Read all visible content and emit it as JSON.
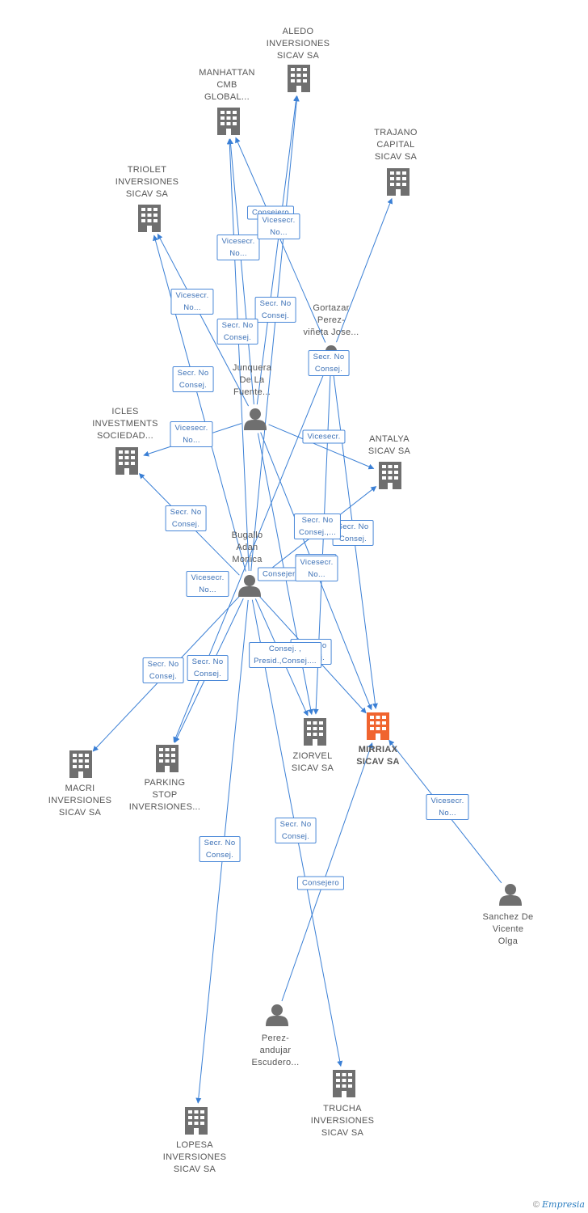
{
  "nodes": {
    "aledo": {
      "label": "ALEDO\nINVERSIONES\nSICAV SA",
      "kind": "company"
    },
    "manhattan": {
      "label": "MANHATTAN\nCMB\nGLOBAL...",
      "kind": "company"
    },
    "trajano": {
      "label": "TRAJANO\nCAPITAL\nSICAV SA",
      "kind": "company"
    },
    "triolet": {
      "label": "TRIOLET\nINVERSIONES\nSICAV SA",
      "kind": "company"
    },
    "gortazar": {
      "label": "Gortazar\nPerez-\nviñeta Jose...",
      "kind": "person"
    },
    "junquera": {
      "label": "Junquera\nDe La\nFuente...",
      "kind": "person"
    },
    "icles": {
      "label": "ICLES\nINVESTMENTS\nSOCIEDAD...",
      "kind": "company"
    },
    "antalya": {
      "label": "ANTALYA\nSICAV SA",
      "kind": "company"
    },
    "bugallo": {
      "label": "Bugallo\nAdan\nMonica",
      "kind": "person"
    },
    "ziorvel": {
      "label": "ZIORVEL\nSICAV SA",
      "kind": "company"
    },
    "mirriax": {
      "label": "MIRRIAX\nSICAV SA",
      "kind": "main"
    },
    "macri": {
      "label": "MACRI\nINVERSIONES\nSICAV SA",
      "kind": "company"
    },
    "parking": {
      "label": "PARKING\nSTOP\nINVERSIONES...",
      "kind": "company"
    },
    "sanchez": {
      "label": "Sanchez De\nVicente\nOlga",
      "kind": "person"
    },
    "perez": {
      "label": "Perez-\nandujar\nEscudero...",
      "kind": "person"
    },
    "trucha": {
      "label": "TRUCHA\nINVERSIONES\nSICAV SA",
      "kind": "company"
    },
    "lopesa": {
      "label": "LOPESA\nINVERSIONES\nSICAV SA",
      "kind": "company"
    }
  },
  "edges": [
    {
      "from": "junquera",
      "to": "aledo",
      "label": "Consejero"
    },
    {
      "from": "junquera",
      "to": "manhattan",
      "label": "Vicesecr.\nNo..."
    },
    {
      "from": "junquera",
      "to": "triolet",
      "label": "Vicesecr.\nNo..."
    },
    {
      "from": "junquera",
      "to": "icles",
      "label": "Vicesecr.\nNo..."
    },
    {
      "from": "junquera",
      "to": "antalya",
      "label": "Vicesecr."
    },
    {
      "from": "junquera",
      "to": "ziorvel",
      "label": "Secr. No\nConsej."
    },
    {
      "from": "junquera",
      "to": "mirriax",
      "label": "Secr. No\nConsej."
    },
    {
      "from": "bugallo",
      "to": "aledo",
      "label": "Vicesecr.\nNo..."
    },
    {
      "from": "bugallo",
      "to": "manhattan",
      "label": "Secr. No\nConsej."
    },
    {
      "from": "bugallo",
      "to": "triolet",
      "label": "Secr. No\nConsej."
    },
    {
      "from": "bugallo",
      "to": "icles",
      "label": "Secr. No\nConsej."
    },
    {
      "from": "bugallo",
      "to": "antalya",
      "label": "Consejero"
    },
    {
      "from": "bugallo",
      "to": "ziorvel",
      "label": "Secr. No\nConsej."
    },
    {
      "from": "bugallo",
      "to": "mirriax",
      "label": "Secr. No\nConsej."
    },
    {
      "from": "bugallo",
      "to": "macri",
      "label": "Secr. No\nConsej."
    },
    {
      "from": "bugallo",
      "to": "parking",
      "label": "Secr. No\nConsej."
    },
    {
      "from": "bugallo",
      "to": "lopesa",
      "label": "Secr. No\nConsej."
    },
    {
      "from": "bugallo",
      "to": "trucha",
      "label": "Secr. No\nConsej.,..."
    },
    {
      "from": "gortazar",
      "to": "manhattan",
      "label": "Secr. No\nConsej."
    },
    {
      "from": "gortazar",
      "to": "trajano",
      "label": "Secr. No\nConsej."
    },
    {
      "from": "gortazar",
      "to": "ziorvel",
      "label": "Vicesecr.\nNo..."
    },
    {
      "from": "gortazar",
      "to": "mirriax",
      "label": "Vicesecr.\nNo..."
    },
    {
      "from": "gortazar",
      "to": "parking",
      "label": "Vicesecr.\nNo..."
    },
    {
      "from": "sanchez",
      "to": "mirriax",
      "label": "Consejero"
    },
    {
      "from": "perez",
      "to": "mirriax",
      "label": "Consej. ,\nPresid.,Consej...."
    }
  ],
  "footer": {
    "copyright": "©",
    "brand": "Empresia"
  }
}
